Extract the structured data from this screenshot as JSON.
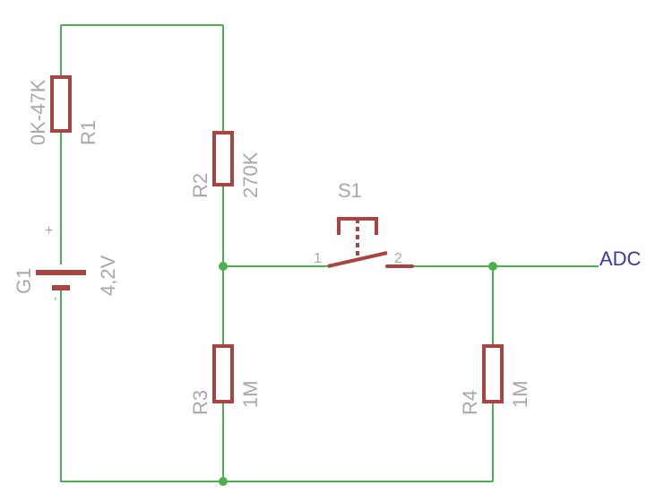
{
  "components": {
    "r1": {
      "name": "R1",
      "value": "0K-47K"
    },
    "r2": {
      "name": "R2",
      "value": "270K"
    },
    "r3": {
      "name": "R3",
      "value": "1M"
    },
    "r4": {
      "name": "R4",
      "value": "1M"
    },
    "g1": {
      "name": "G1",
      "value": "4,2V",
      "plus": "+",
      "minus": "-"
    },
    "s1": {
      "name": "S1",
      "pin1": "1",
      "pin2": "2"
    }
  },
  "nets": {
    "output": "ADC"
  },
  "colors": {
    "wire": "#4caf50",
    "part": "#a94442",
    "label": "#a8a8a8",
    "net_label": "#3a3aa0"
  }
}
